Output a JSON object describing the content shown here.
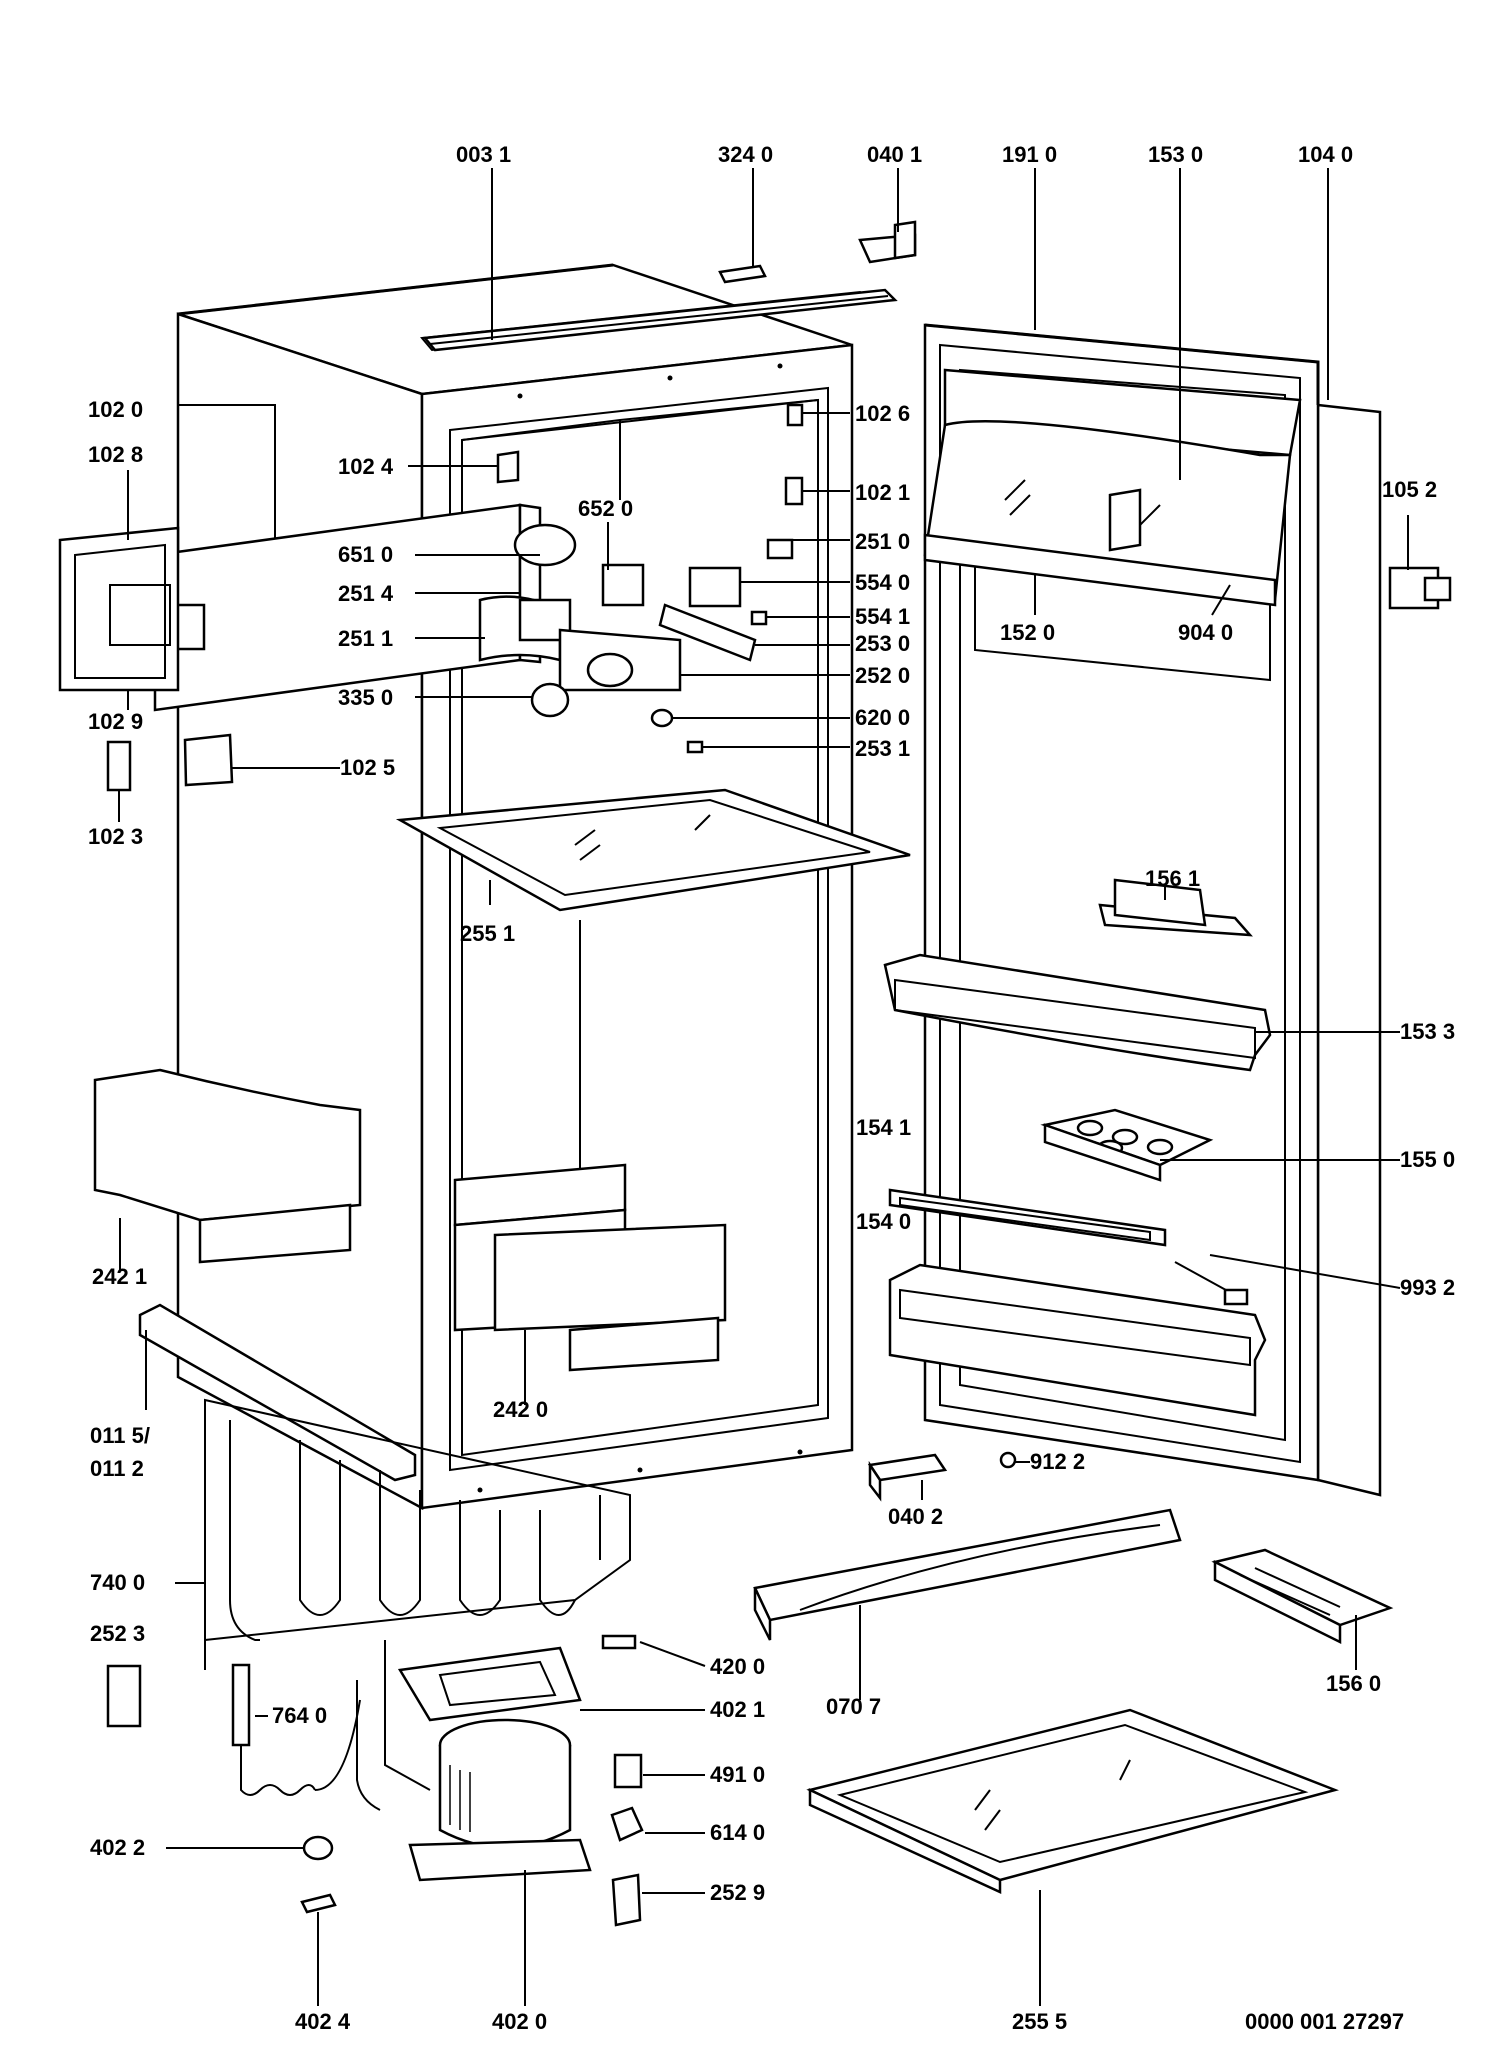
{
  "diagram": {
    "document_code": "0000 001 27297",
    "labels": {
      "p0031": "003 1",
      "p3240": "324 0",
      "p0401": "040 1",
      "p1910": "191 0",
      "p1530": "153 0",
      "p1040": "104 0",
      "p1020": "102 0",
      "p1028": "102 8",
      "p1024": "102 4",
      "p6520": "652 0",
      "p1026": "102 6",
      "p1021": "102 1",
      "p1052": "105 2",
      "p6510": "651 0",
      "p2510": "251 0",
      "p2514": "251 4",
      "p5540": "554 0",
      "p5541": "554 1",
      "p2511": "251 1",
      "p2530": "253 0",
      "p1520": "152 0",
      "p9040": "904 0",
      "p2520": "252 0",
      "p3350": "335 0",
      "p6200": "620 0",
      "p1029": "102 9",
      "p2531": "253 1",
      "p1025": "102 5",
      "p1023": "102 3",
      "p1561": "156 1",
      "p2551": "255 1",
      "p1533": "153 3",
      "p1541": "154 1",
      "p1550": "155 0",
      "p1540": "154 0",
      "p2421": "242 1",
      "p9932": "993 2",
      "p2420": "242 0",
      "p0115": "011 5/",
      "p0112": "011 2",
      "p9122": "912 2",
      "p0402": "040 2",
      "p7400": "740 0",
      "p2523": "252 3",
      "p4200": "420 0",
      "p4021": "402 1",
      "p0707": "070 7",
      "p1560": "156 0",
      "p7640": "764 0",
      "p4910": "491 0",
      "p6140": "614 0",
      "p4022": "402 2",
      "p2529": "252 9",
      "p4024": "402 4",
      "p4020": "402 0",
      "p2555": "255 5"
    }
  }
}
